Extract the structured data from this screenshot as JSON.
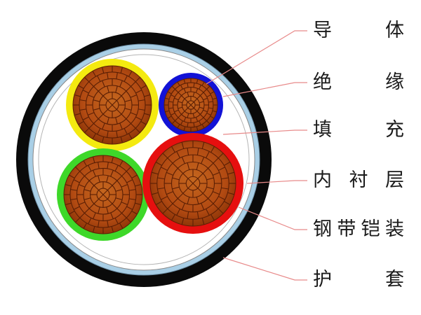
{
  "labels": [
    {
      "text": "导体"
    },
    {
      "text": "绝缘"
    },
    {
      "text": "填充"
    },
    {
      "text": "内衬层"
    },
    {
      "text": "钢带铠装"
    },
    {
      "text": "护套"
    }
  ],
  "colors": {
    "sheath": "#0a0a0a",
    "armor": "#a9cfe6",
    "filler": "#ffffff",
    "leader_line": "#e88a8a",
    "copper": "#b84d12",
    "copper_grid": "#5a1f05",
    "insulation": [
      "#f4ea10",
      "#1212d6",
      "#3ed829",
      "#e60f0f"
    ]
  }
}
